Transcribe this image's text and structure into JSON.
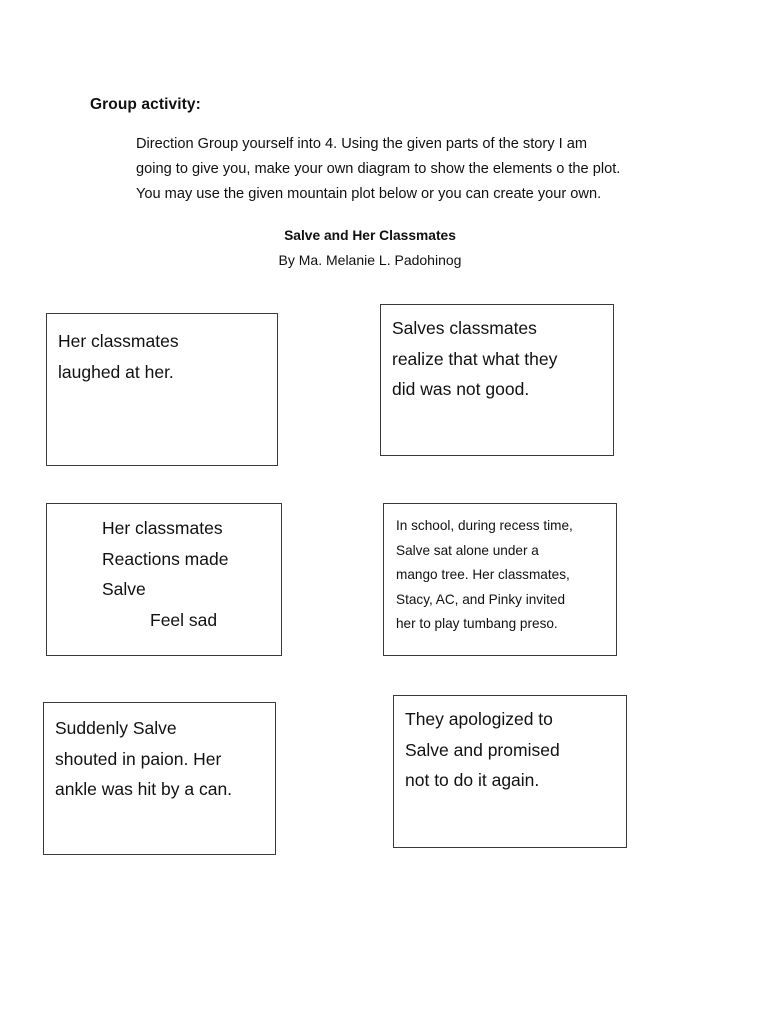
{
  "document": {
    "heading": "Group activity:",
    "direction_lines": [
      "Direction Group yourself into 4. Using the given parts of the story I am",
      "going to give you, make your own diagram to show the elements o the plot.",
      "You may use the given mountain plot below or you can create your own."
    ],
    "story_title": "Salve and Her Classmates",
    "story_byline": "By Ma. Melanie L. Padohinog"
  },
  "boxes": [
    {
      "id": "box-0",
      "lines": [
        {
          "text": "Her classmates",
          "indented": false
        },
        {
          "text": "laughed at her.",
          "indented": false
        }
      ]
    },
    {
      "id": "box-1",
      "lines": [
        {
          "text": "Salves classmates",
          "indented": false
        },
        {
          "text": "realize that what they",
          "indented": false
        },
        {
          "text": "did was not good.",
          "indented": false
        }
      ]
    },
    {
      "id": "box-2",
      "lines": [
        {
          "text": "Her classmates",
          "indented": false
        },
        {
          "text": "Reactions made",
          "indented": false
        },
        {
          "text": "Salve",
          "indented": false
        },
        {
          "text": "Feel sad",
          "indented": true
        }
      ]
    },
    {
      "id": "box-3",
      "lines": [
        {
          "text": "In school, during recess time,",
          "indented": false
        },
        {
          "text": "Salve sat alone under a",
          "indented": false
        },
        {
          "text": "mango tree. Her classmates,",
          "indented": false
        },
        {
          "text": "Stacy, AC, and Pinky invited",
          "indented": false
        },
        {
          "text": "her to play tumbang preso.",
          "indented": false
        }
      ]
    },
    {
      "id": "box-4",
      "lines": [
        {
          "text": "Suddenly Salve",
          "indented": false
        },
        {
          "text": "shouted in paion. Her",
          "indented": false
        },
        {
          "text": "ankle was hit by a can.",
          "indented": false
        }
      ]
    },
    {
      "id": "box-5",
      "lines": [
        {
          "text": "They apologized to",
          "indented": false
        },
        {
          "text": "Salve and promised",
          "indented": false
        },
        {
          "text": "not to do it again.",
          "indented": false
        }
      ]
    }
  ],
  "colors": {
    "page_background": "#ffffff",
    "text": "#101010",
    "box_border": "#3a3a3a"
  }
}
